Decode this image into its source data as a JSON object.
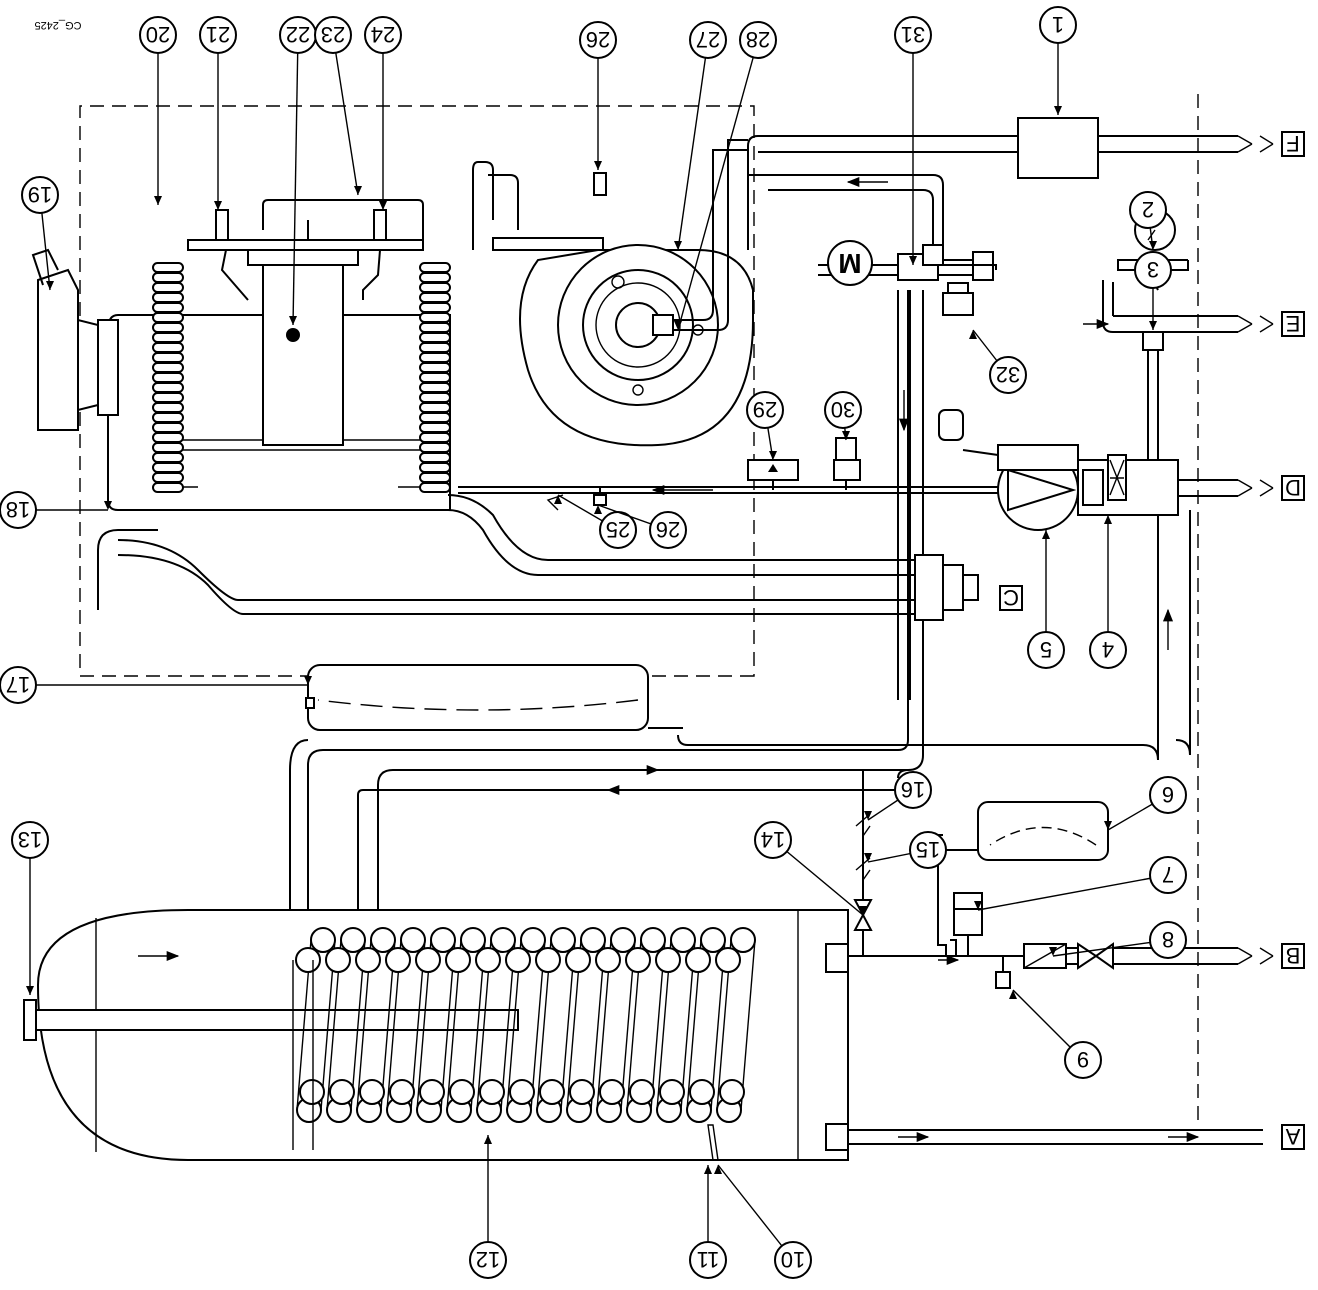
{
  "drawing_code": "CG_2425",
  "callouts": [
    "1",
    "2",
    "3",
    "4",
    "5",
    "6",
    "7",
    "8",
    "9",
    "10",
    "11",
    "12",
    "13",
    "14",
    "15",
    "16",
    "17",
    "18",
    "19",
    "20",
    "21",
    "22",
    "23",
    "24",
    "25",
    "26",
    "26",
    "27",
    "28",
    "29",
    "30",
    "31",
    "32"
  ],
  "connections": [
    "A",
    "B",
    "C",
    "D",
    "E",
    "F"
  ],
  "motor_label": "M"
}
